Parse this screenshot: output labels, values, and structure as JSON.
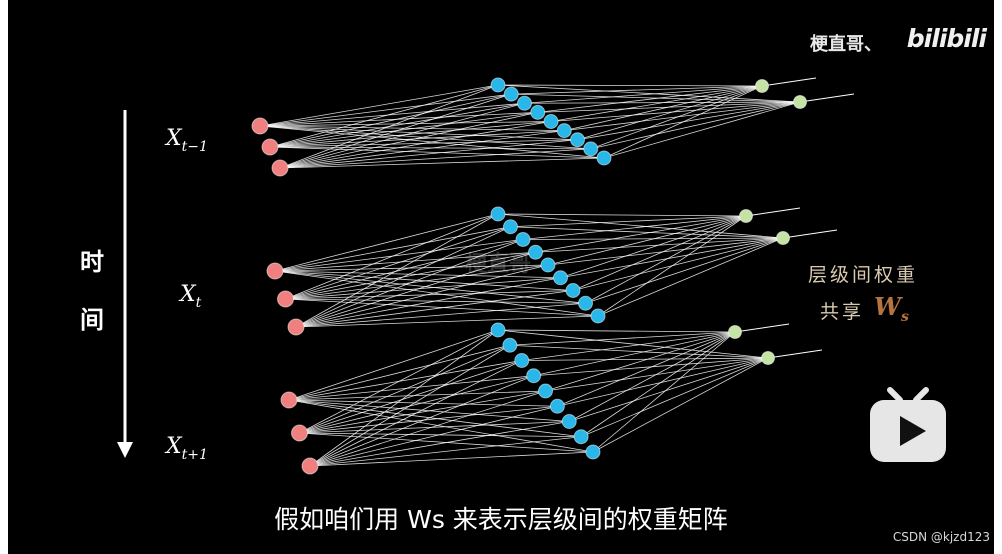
{
  "channel": {
    "name": "梗直哥、",
    "logo_text": "bilibili"
  },
  "time_axis": {
    "char1": "时",
    "char2": "间"
  },
  "inputs": [
    {
      "label_main": "X",
      "label_sub": "t−1"
    },
    {
      "label_main": "X",
      "label_sub": "t"
    },
    {
      "label_main": "X",
      "label_sub": "t+1"
    }
  ],
  "annotation": {
    "line1": "层级间权重",
    "line2": "共享",
    "ws_main": "W",
    "ws_sub": "s"
  },
  "subtitle": "假如咱们用 Ws 来表示层级间的权重矩阵",
  "watermark": "CSDN @kjzd123",
  "faint_watermark": "梗直哥",
  "colors": {
    "background": "#000000",
    "input_node": "#f08080",
    "hidden_node": "#29b6e8",
    "output_node": "#c5e3a5",
    "edge": "#ffffff",
    "annotation_text": "#d9cab0",
    "annotation_ws": "#b7743f"
  },
  "network": {
    "inputs_per_layer": 3,
    "hidden_per_layer": 9,
    "outputs_per_layer": 2,
    "layers": 3
  }
}
